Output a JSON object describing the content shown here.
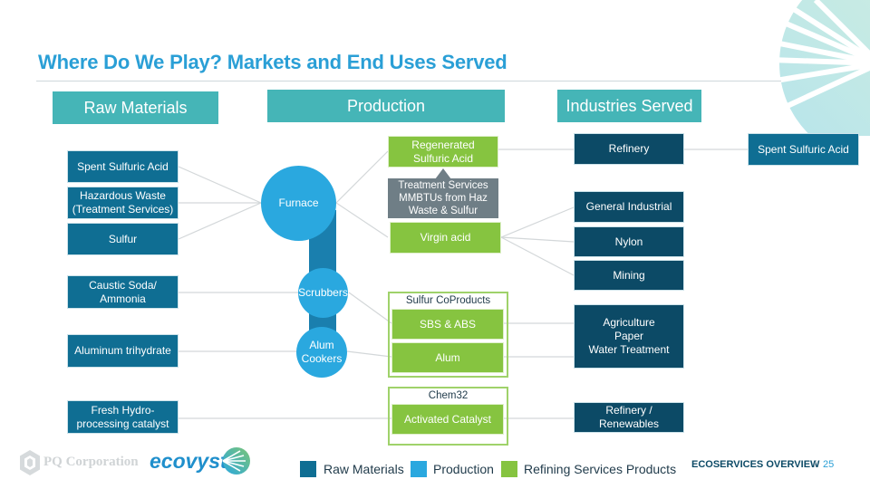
{
  "title": "Where Do We Play? Markets and End Uses Served",
  "headers": {
    "raw_materials": "Raw Materials",
    "production": "Production",
    "industries": "Industries Served"
  },
  "raw_materials": [
    "Spent Sulfuric Acid",
    "Hazardous Waste\n(Treatment Services)",
    "Sulfur",
    "Caustic Soda/\nAmmonia",
    "Aluminum trihydrate",
    "Fresh Hydro-\nprocessing catalyst"
  ],
  "production_units": {
    "furnace": "Furnace",
    "scrubbers": "Scrubbers",
    "alum_cookers": "Alum\nCookers"
  },
  "products": {
    "regenerated": "Regenerated\nSulfuric Acid",
    "treatment_note": "Treatment Services\nMMBTUs from Haz\nWaste & Sulfur",
    "virgin": "Virgin acid",
    "coproducts_label": "Sulfur CoProducts",
    "sbs": "SBS & ABS",
    "alum": "Alum",
    "chem32_label": "Chem32",
    "catalyst": "Activated Catalyst"
  },
  "industries": [
    "Refinery",
    "General Industrial",
    "Nylon",
    "Mining",
    "Agriculture\nPaper\nWater Treatment",
    "Refinery /\nRenewables"
  ],
  "return_feed": "Spent Sulfuric Acid",
  "legend": [
    {
      "label": "Raw Materials",
      "color": "#0f6e93"
    },
    {
      "label": "Production",
      "color": "#2aa8df"
    },
    {
      "label": "Refining Services Products",
      "color": "#86c440"
    }
  ],
  "logos": {
    "pq": "PQ Corporation",
    "ecovyst": "ecovyst"
  },
  "footer": {
    "section": "ECOSERVICES OVERVIEW",
    "separator": "/",
    "page": "25"
  },
  "colors": {
    "title": "#2a9fd6",
    "header": "#45b5b7",
    "raw": "#0f6e93",
    "industry": "#0c4a66",
    "product": "#86c440",
    "production": "#2aa8df"
  }
}
